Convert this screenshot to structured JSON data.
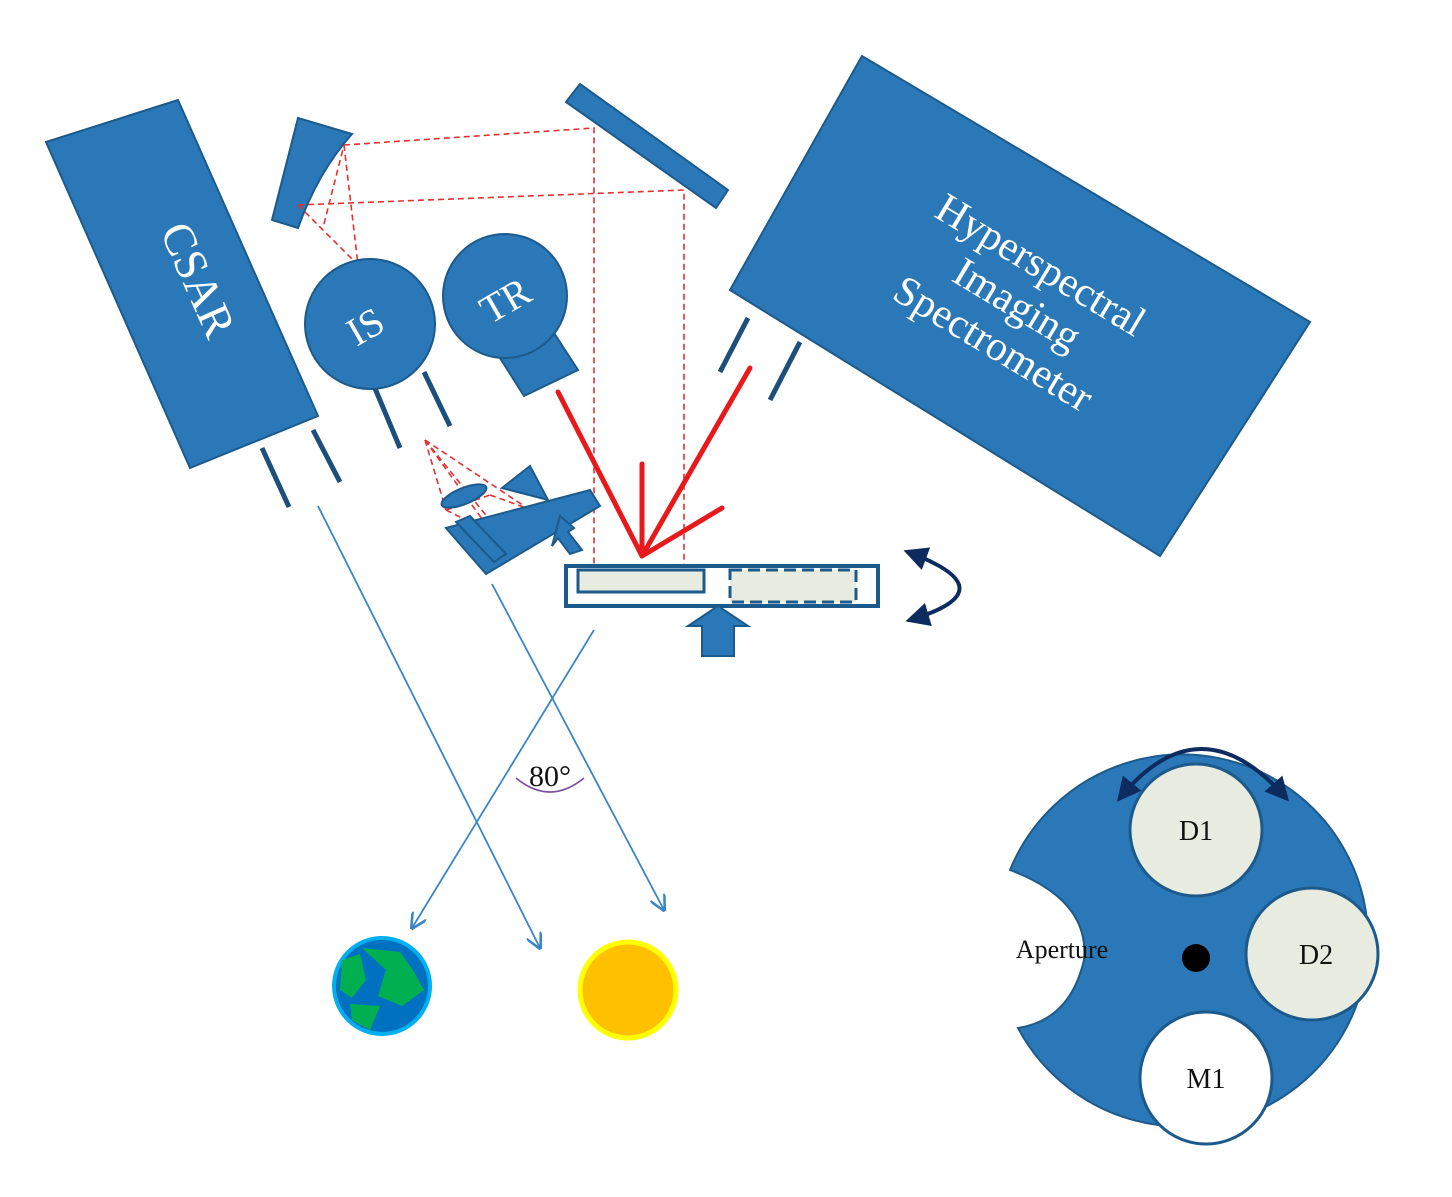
{
  "labels": {
    "csar": "CSAR",
    "is": "IS",
    "tr": "TR",
    "hsi_line1": "Hyperspectral",
    "hsi_line2": "Imaging",
    "hsi_line3": "Spectrometer",
    "angle": "80°",
    "d1": "D1",
    "d2": "D2",
    "m1": "M1",
    "aperture": "Aperture"
  },
  "colors": {
    "instrument_blue": "#2a78b8",
    "ray_red": "#e8191b",
    "diffuser_fill": "#e8ebe0",
    "sun": "#ffc000",
    "sun_rim": "#ffff00",
    "earth_ocean": "#0070c0",
    "earth_land": "#00b050",
    "rotation_arrow": "#0d2b5e"
  },
  "icons": {
    "earth": "earth-icon",
    "sun": "sun-icon",
    "rotation": "rotation-arrow-icon"
  }
}
